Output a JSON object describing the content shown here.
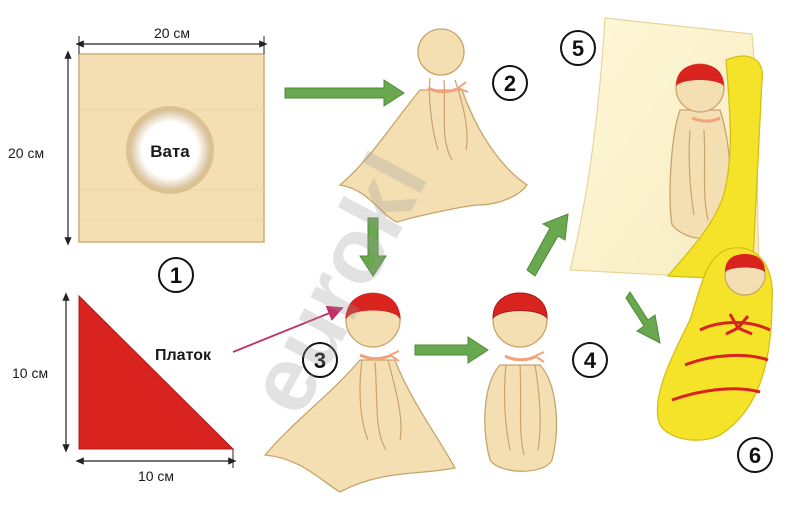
{
  "labels": {
    "square_width": "20 см",
    "square_height": "20 см",
    "cotton": "Вата",
    "triangle_width": "10 см",
    "triangle_height": "10 см",
    "kerchief": "Платок",
    "watermark": "eurokl"
  },
  "steps": [
    "1",
    "2",
    "3",
    "4",
    "5",
    "6"
  ],
  "colors": {
    "fabric": "#f3dfb2",
    "fabric_edge": "#d4b47a",
    "kerchief": "#d8231f",
    "arrow": "#6aa84f",
    "yellow": "#f5e32a",
    "cotton": "#ffffff",
    "pointer": "#c0306a"
  }
}
